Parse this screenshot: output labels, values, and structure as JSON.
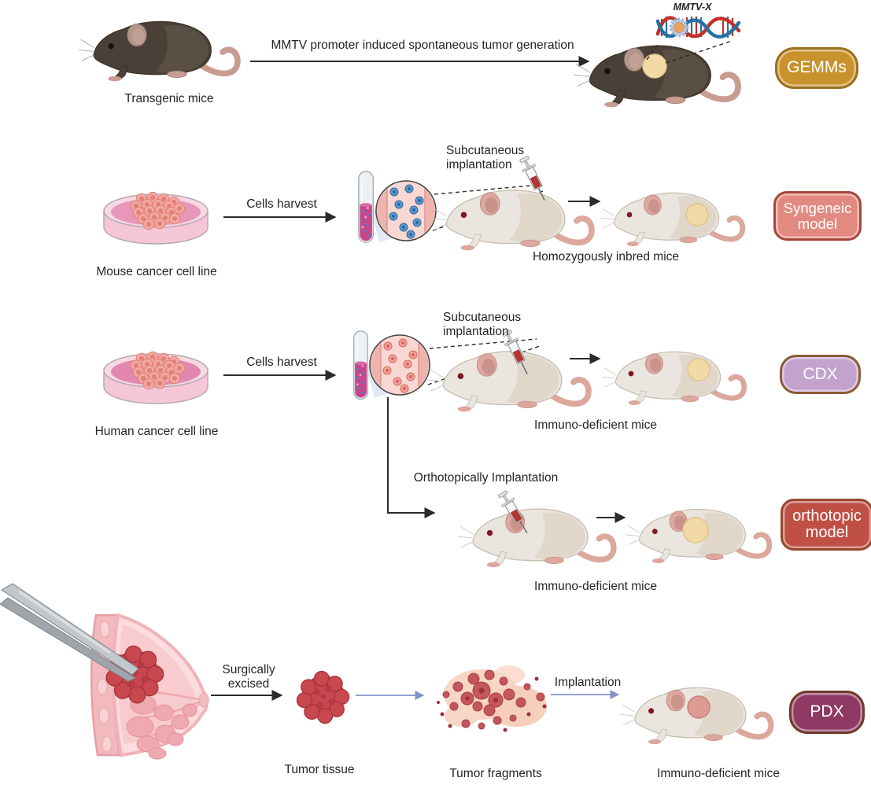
{
  "rows": {
    "gemms": {
      "source_label": "Transgenic mice",
      "arrow_label": "MMTV promoter induced spontaneous tumor generation",
      "gene_label": "MMTV-X",
      "badge_label": "GEMMs",
      "icons": [
        "dark-mouse-icon",
        "dna-helix-icon",
        "tumor-mouse-icon"
      ]
    },
    "syngeneic": {
      "source_label": "Mouse cancer cell line",
      "harvest_label": "Cells harvest",
      "implant_label": "Subcutaneous implantation",
      "host_label": "Homozygously inbred mice",
      "badge_label": "Syngeneic model",
      "icons": [
        "petri-dish-icon",
        "test-tube-icon",
        "magnifier-icon",
        "syringe-icon",
        "white-mouse-icon",
        "tumor-mouse-icon"
      ]
    },
    "cdx": {
      "source_label": "Human cancer cell line",
      "harvest_label": "Cells harvest",
      "implant_label": "Subcutaneous implantation",
      "host_label": "Immuno-deficient mice",
      "badge_label": "CDX",
      "icons": [
        "petri-dish-icon",
        "test-tube-icon",
        "magnifier-icon",
        "syringe-icon",
        "white-mouse-icon",
        "tumor-mouse-icon"
      ]
    },
    "orthotopic": {
      "implant_label": "Orthotopically Implantation",
      "host_label": "Immuno-deficient mice",
      "badge_label": "orthotopic model",
      "icons": [
        "syringe-icon",
        "white-mouse-icon",
        "tumor-mouse-icon"
      ]
    },
    "pdx": {
      "excise_label": "Surgically excised",
      "tissue_label": "Tumor tissue",
      "fragments_label": "Tumor fragments",
      "implant_label": "Implantation",
      "host_label": "Immuno-deficient mice",
      "badge_label": "PDX",
      "icons": [
        "breast-illustration-icon",
        "tweezers-icon",
        "tumor-tissue-icon",
        "tumor-fragments-icon",
        "white-mouse-icon"
      ]
    }
  },
  "colors": {
    "gemms_badge": "#C8932C",
    "gemms_badge_border": "#9D6F20",
    "syngeneic_badge": "#E28A80",
    "syngeneic_badge_border": "#A8453A",
    "cdx_badge": "#C3A2CE",
    "cdx_badge_border": "#8C5C33",
    "orthotopic_badge": "#C04F45",
    "orthotopic_badge_border": "#96492F",
    "pdx_badge": "#8E3A64",
    "pdx_badge_border": "#713A2B",
    "badge_text": "#FFFFFF",
    "label_text": "#242424",
    "black_arrow": "#2B2B2B",
    "blue_arrow": "#8493C8",
    "tumor_cream": "#F2D9A6",
    "tumor_pink": "#DD9B94",
    "tumor_red": "#C9484F"
  }
}
